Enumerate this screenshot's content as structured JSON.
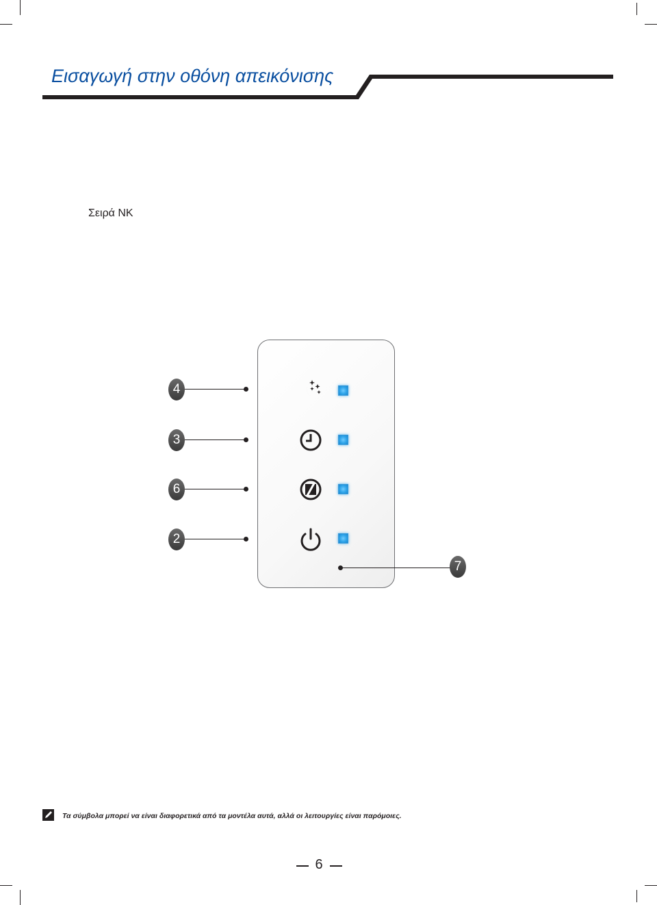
{
  "header": {
    "title": "Εισαγωγή στην οθόνη απεικόνισης"
  },
  "series_label": "Σειρά NK",
  "panel": {
    "rows": [
      {
        "callout": "4",
        "icon": "sleep-moon-stars-icon",
        "led_on": true
      },
      {
        "callout": "3",
        "icon": "timer-clock-icon",
        "led_on": true
      },
      {
        "callout": "6",
        "icon": "eco-icon",
        "led_on": true
      },
      {
        "callout": "2",
        "icon": "power-icon",
        "led_on": true
      }
    ],
    "receiver_callout": "7",
    "led_color": "#2ea3e8"
  },
  "note": {
    "icon": "note-pen-icon",
    "text": "Τα σύμβολα μπορεί να είναι διαφορετικά από τα μοντέλα αυτά, αλλά οι λειτουργίες είναι παρόμοιες."
  },
  "footer": {
    "page_number": "6"
  },
  "colors": {
    "title": "#0a4fa0",
    "text": "#231f20"
  }
}
